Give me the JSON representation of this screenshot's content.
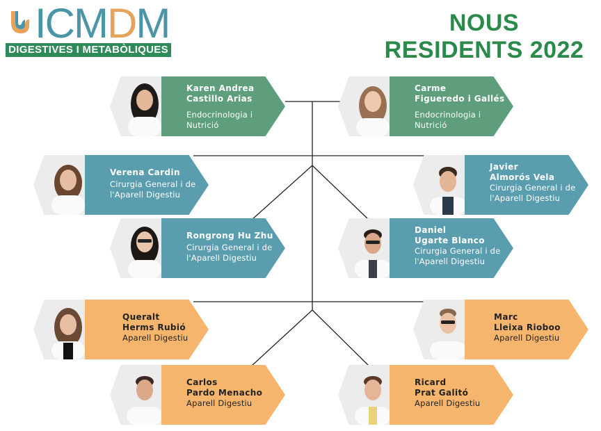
{
  "logo": {
    "word_a": "ICM",
    "word_b": "D",
    "word_c": "M",
    "subtitle": "DIGESTIVES I METABÒLIQUES"
  },
  "heading": {
    "line1": "NOUS",
    "line2": "RESIDENTS 2022"
  },
  "colors": {
    "green": "#5e9e7c",
    "teal": "#5a9dae",
    "orange": "#f6b56c",
    "heading": "#2a8a4a",
    "logo_teal": "#4a95a6",
    "logo_orange": "#e6a35a"
  },
  "residents": [
    {
      "name1": "Karen Andrea",
      "name2": "Castillo Arias",
      "spec1": "Endocrinologia i",
      "spec2": "Nutrició"
    },
    {
      "name1": "Carme",
      "name2": "Figueredo i Gallés",
      "spec1": "Endocrinologia i",
      "spec2": "Nutrició"
    },
    {
      "name1": "Verena  Cardin",
      "name2": "",
      "spec1": "Cirurgia General i de",
      "spec2": "l'Aparell Digestiu"
    },
    {
      "name1": "Javier",
      "name2": "Almorós Vela",
      "spec1": "Cirurgia General i de",
      "spec2": "l'Aparell Digestiu"
    },
    {
      "name1": "Rongrong Hu Zhu",
      "name2": "",
      "spec1": "Cirurgia General i de",
      "spec2": "l'Aparell Digestiu"
    },
    {
      "name1": "Daniel",
      "name2": "Ugarte Blanco",
      "spec1": "Cirurgia General i de",
      "spec2": "l'Aparell Digestiu"
    },
    {
      "name1": "Queralt",
      "name2": "Herms Rubió",
      "spec1": "Aparell Digestiu",
      "spec2": ""
    },
    {
      "name1": "Marc",
      "name2": "Lleixa Rioboo",
      "spec1": "Aparell Digestiu",
      "spec2": ""
    },
    {
      "name1": "Carlos",
      "name2": "Pardo Menacho",
      "spec1": "Aparell Digestiu",
      "spec2": ""
    },
    {
      "name1": "Ricard",
      "name2": "Prat Galitó",
      "spec1": "Aparell Digestiu",
      "spec2": ""
    }
  ]
}
